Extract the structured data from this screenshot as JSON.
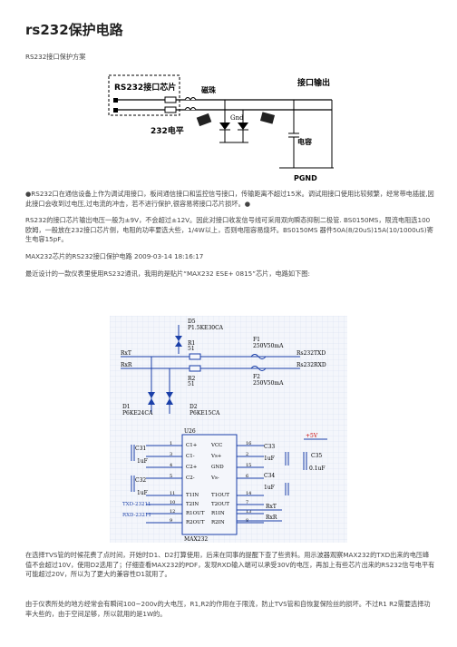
{
  "title": "rs232保护电路",
  "intro": "RS232接口保护方案",
  "para1": "●RS232口在通信设备上作为调试用接口，板间通信接口和监控信号接口，传输距离不超过15米。调试用接口使用比较频繁，经常带电插拔,因此接口会收到过电压,过电流的冲击，若不进行保护,很容易将接口芯片损坏。●",
  "para2": "RS232的接口芯片输出电压一般为±9V，不会超过±12V。因此对接口收发信号线可采用双向瞬态抑制二极管. BS0150MS，限流电阻选100欧姆，一般放在232接口芯片侧，电阻的功率要选大些，1/4W以上，否则电阻容易烧坏。BS0150MS 器件50A(8/20uS)15A(10/1000uS)寄生电容15pF。",
  "para3": "MAX232芯片的RS232接口保护电路 2009-03-14 18:16:17",
  "para4": "最近设计的一款仪表里使用RS232通讯，我用的是贴片“MAX232 ESE+ 0815”芯片，电路如下图:",
  "para5": "在选择TVS管的时候花费了点时间，开始时D1、D2打算使用，后来在同事的提醒下查了些资料。用示波器观察MAX232的TXD出来的电压峰值不会超过10V，使用D2选用了；仔细查看MAX232的PDF，发现RXD输入端可以承受30V的电压，再加上有些芯片出来的RS232信号电平有可能超过20V，所以为了更大的兼容性D1就用了。",
  "para6": "由于仪表所处的地方经常会有瞬间100~200v的大电压，R1,R2的作用在于限流，防止TVS管和自恢复保险丝的损坏。不过R1 R2需要选择功率大些的，由于空间足够，所以就用的是1W的。",
  "fig1": {
    "chip": "RS232接口芯片",
    "bead": "磁珠",
    "level": "232电平",
    "gnd": "Gnd",
    "out": "接口输出",
    "cap": "电容",
    "pgnd": "PGND"
  },
  "fig2": {
    "d5": "D5",
    "d5part": "P1.5KE30CA",
    "r1": "R1",
    "r1v": "51",
    "r2": "R2",
    "r2v": "51",
    "f1": "F1",
    "f1v": "250V50mA",
    "f2": "F2",
    "f2v": "250V50mA",
    "rxt": "RxT",
    "rxr": "RxR",
    "rs232txd": "Rs232TXD",
    "rs232rxd": "Rs232RXD",
    "d1": "D1",
    "d1part": "P6KE24CA",
    "d2": "D2",
    "d2part": "P6KE15CA",
    "u": "U26",
    "chipname": "MAX232",
    "c31": "C31",
    "c31v": "1uF",
    "c32": "C32",
    "c32v": "1uF",
    "c33": "C33",
    "c33v": "1uF",
    "c34": "C34",
    "c34v": "1uF",
    "c35": "C35",
    "c35v": "0.1uF",
    "vcc": "+5V",
    "txd": "TXD-23211",
    "rxd": "RXD-23211",
    "pins_left": [
      "C1+",
      "C1-",
      "C2+",
      "C2-",
      "T1IN",
      "T2IN",
      "R1OUT",
      "R2OUT"
    ],
    "pins_right": [
      "VCC",
      "Vs+",
      "GND",
      "Vs-",
      "T1OUT",
      "T2OUT",
      "R1IN",
      "R2IN"
    ],
    "nums_left": [
      "1",
      "3",
      "4",
      "5",
      "11",
      "10",
      "12",
      "9"
    ],
    "nums_right": [
      "16",
      "2",
      "15",
      "6",
      "14",
      "7",
      "13",
      "8"
    ],
    "rxt2": "RxT",
    "rxr2": "RxR"
  }
}
